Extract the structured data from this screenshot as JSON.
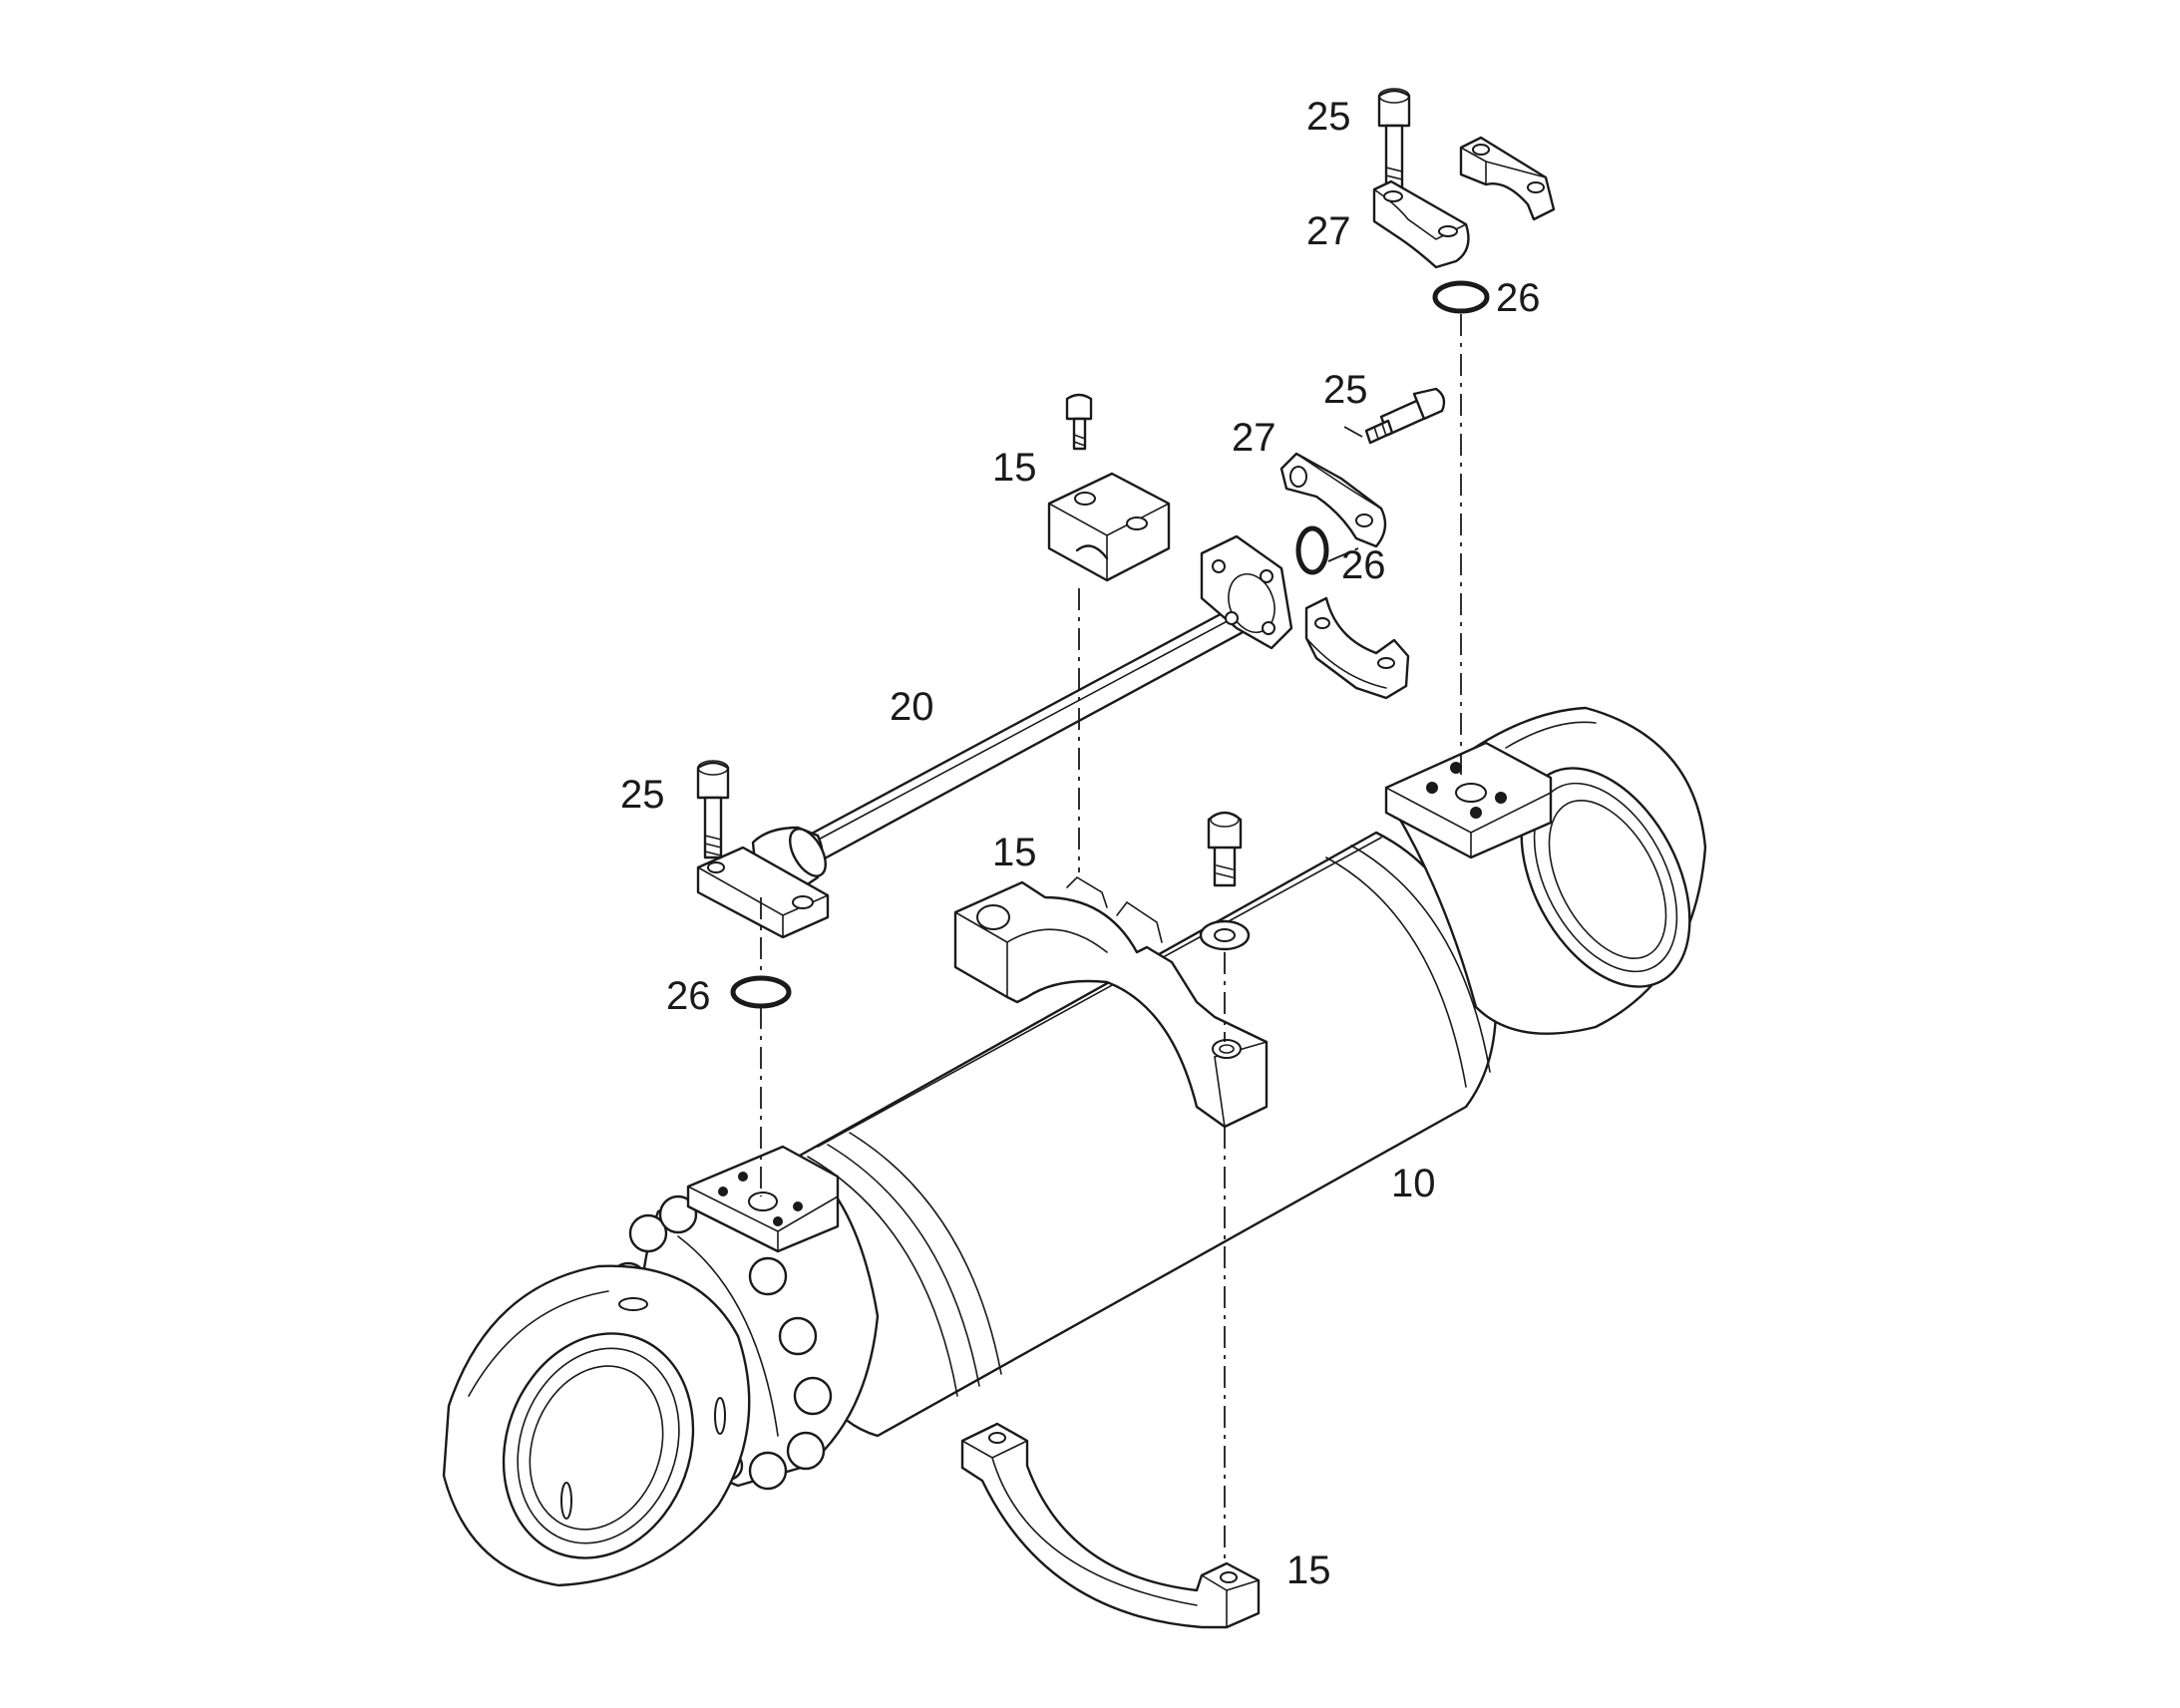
{
  "callouts": {
    "cylinder": "10",
    "clamp_top": "15",
    "clamp_middle": "15",
    "clamp_bottom": "15",
    "pipe": "20",
    "screw_top": "25",
    "screw_mid": "25",
    "screw_left": "25",
    "oring_top": "26",
    "oring_mid": "26",
    "oring_left": "26",
    "flange_half_top": "27",
    "flange_half_mid": "27"
  },
  "colors": {
    "line": "#1a1a1a",
    "background": "#ffffff"
  }
}
